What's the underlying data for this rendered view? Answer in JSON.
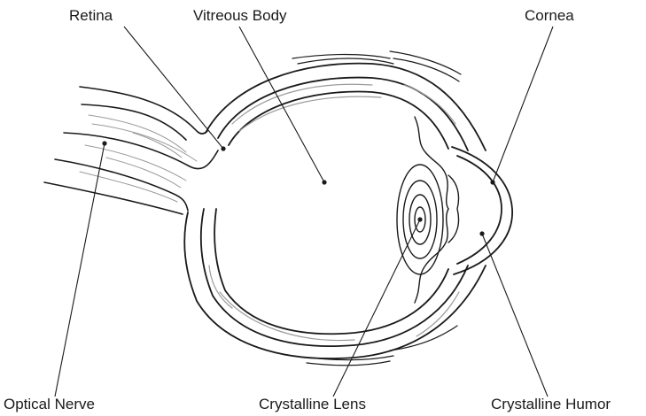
{
  "diagram": {
    "labels": {
      "retina": "Retina",
      "vitreous_body": "Vitreous Body",
      "cornea": "Cornea",
      "optical_nerve": "Optical Nerve",
      "crystalline_lens": "Crystalline Lens",
      "crystalline_humor": "Crystalline Humor"
    },
    "colors": {
      "ink": "#1a1a1a",
      "shading": "#9a9a9a",
      "background": "#ffffff"
    }
  }
}
